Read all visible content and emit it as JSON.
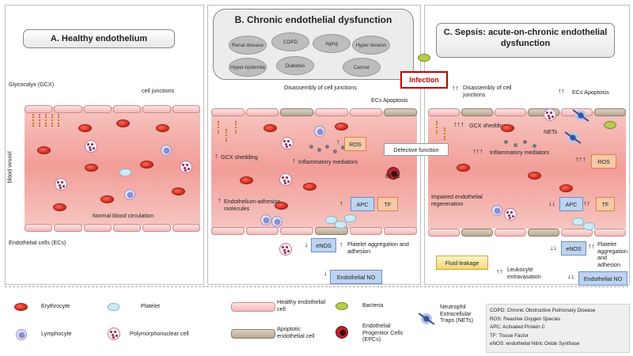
{
  "panels": {
    "a": {
      "title": "A. Healthy endothelium",
      "glycocalyx": "Glycocalyx (GCX)",
      "cell_junctions": "cell junctions",
      "blood_vessel": "blood vessel",
      "circulation": "Normal blood circulation",
      "ecs": "Endothelial cells (ECs)"
    },
    "b": {
      "title": "B. Chronic endothelial dysfunction",
      "risk_factors": [
        "Renal disease",
        "COPD",
        "Aging",
        "Hyper tension",
        "Hyper-lipidemia",
        "Diabetes",
        "Cancer"
      ],
      "disassembly": "Disassembly of cell junctions",
      "ecs_apoptosis": "ECs Apoptosis",
      "gcx_shedding": "GCX shedding",
      "inflammatory": "Inflammatory mediators",
      "ros": "ROS",
      "defective": "Defective function",
      "epcs": "EPCs",
      "adhesion": "Endothelium-adhesion molecules",
      "apc": "APC",
      "tf": "TF",
      "platelet_agg": "Platelet aggregation and adhesion",
      "enos": "eNOS",
      "endothelial_no": "Endothelial NO"
    },
    "infection": "Infection",
    "c": {
      "title": "C. Sepsis: acute-on-chronic endothelial dysfunction",
      "disassembly": "Disassembly of cell junctions",
      "ecs_apoptosis": "ECs Apoptosis",
      "gcx_shedding": "GCX shedding",
      "nets": "NETs",
      "inflammatory": "Inflammatory mediators",
      "ros": "ROS",
      "impaired": "Impaired endothelial regeneration",
      "apc": "APC",
      "tf": "TF",
      "enos": "eNOS",
      "platelet_agg": "Platelet aggregation and adhesion",
      "fluid": "Fluid leakage",
      "leukocyte": "Leukocyte extravasation",
      "endothelial_no": "Endothelial NO"
    }
  },
  "legend": {
    "erythrocyte": "Erythrocyte",
    "lymphocyte": "Lymphocyte",
    "platelet": "Platelet",
    "pmn": "Polymorphonuclear cell",
    "healthy_cell": "Healthy endothelial cell",
    "apoptotic_cell": "Apoptotic endothelial cell",
    "bacteria": "Bacteria",
    "epcs": "Endothelial Progenitor Cells (EPCs)",
    "nets": "Neutrophil Extracellular Traps (NETs)",
    "abbreviations": [
      "COPD: Chronic Obstructive Pulmonary Disease",
      "ROS: Reactive Oxygen Species",
      "APC: Activated Protein C",
      "TF: Tissue Factor",
      "eNOS: endothelial Nitric Oxide Synthase"
    ]
  },
  "colors": {
    "vessel": "#f29d98",
    "rbc": "#c62517",
    "infection_border": "#c00000",
    "apc_box": "#bcd4ef",
    "tf_box": "#f8c9a6"
  }
}
